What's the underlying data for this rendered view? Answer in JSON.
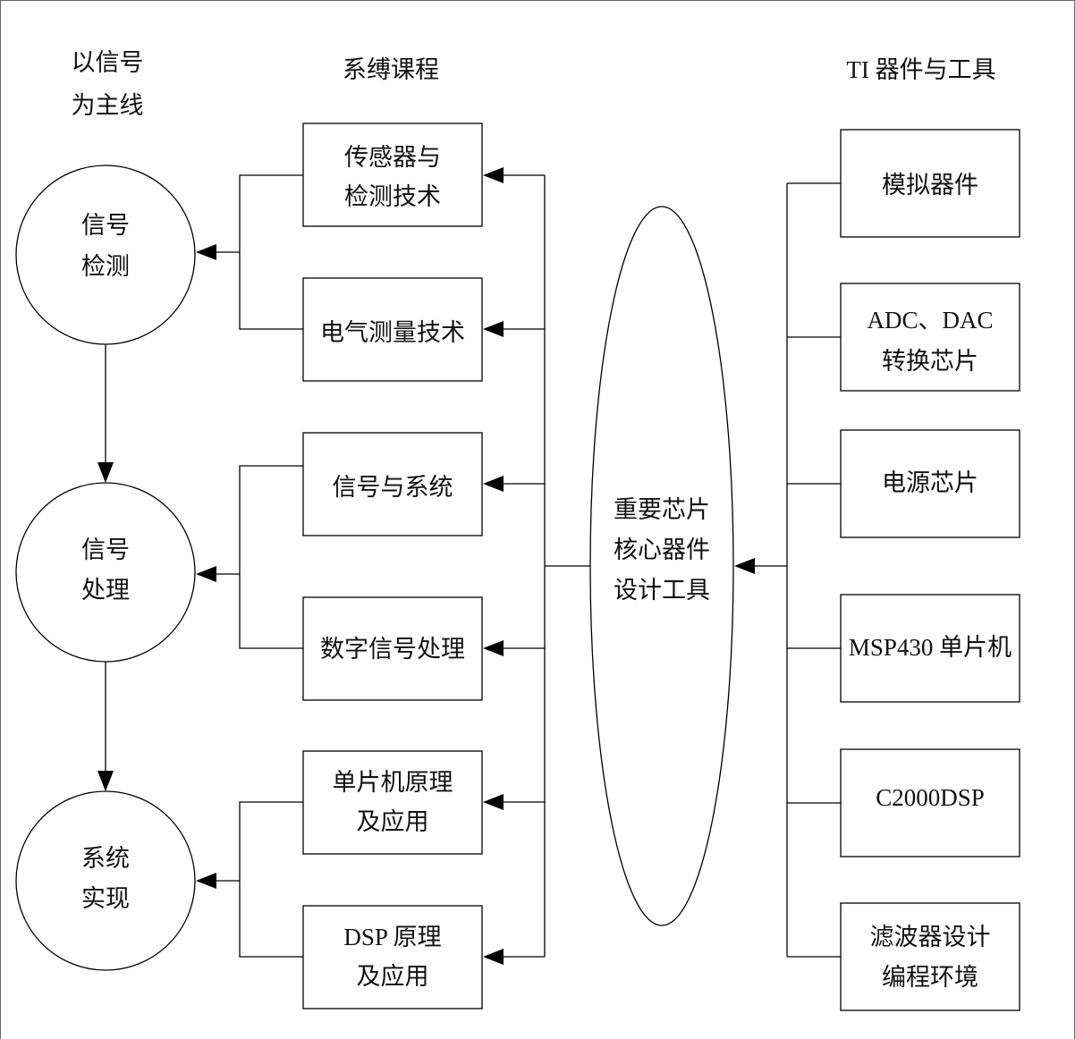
{
  "headers": {
    "main_line": [
      "以信号",
      "为主线"
    ],
    "courses": "系缚课程",
    "ti_tools": "TI 器件与工具"
  },
  "signal_stages": [
    {
      "lines": [
        "信号",
        "检测"
      ]
    },
    {
      "lines": [
        "信号",
        "处理"
      ]
    },
    {
      "lines": [
        "系统",
        "实现"
      ]
    }
  ],
  "courses": [
    {
      "lines": [
        "传感器与",
        "检测技术"
      ]
    },
    {
      "lines": [
        "电气测量技术"
      ]
    },
    {
      "lines": [
        "信号与系统"
      ]
    },
    {
      "lines": [
        "数字信号处理"
      ]
    },
    {
      "lines": [
        "单片机原理",
        "及应用"
      ]
    },
    {
      "lines": [
        "DSP 原理",
        "及应用"
      ]
    }
  ],
  "hub": {
    "lines": [
      "重要芯片",
      "核心器件",
      "设计工具"
    ]
  },
  "ti_devices": [
    {
      "lines": [
        "模拟器件"
      ]
    },
    {
      "lines": [
        "ADC、DAC",
        "转换芯片"
      ]
    },
    {
      "lines": [
        "电源芯片"
      ]
    },
    {
      "lines": [
        "MSP430 单片机"
      ]
    },
    {
      "lines": [
        "C2000DSP"
      ]
    },
    {
      "lines": [
        "滤波器设计",
        "编程环境"
      ]
    }
  ],
  "colors": {
    "connector": "#000000",
    "dsp_link": "#1c1c7a"
  }
}
